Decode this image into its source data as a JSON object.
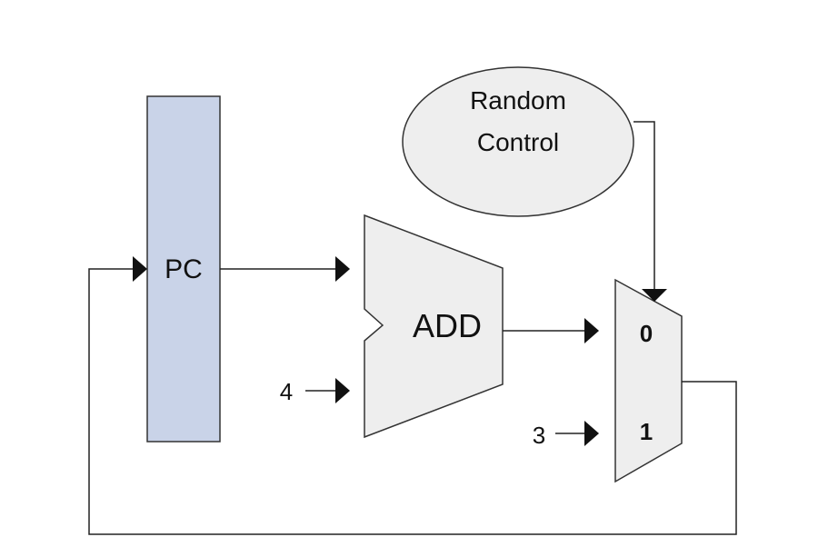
{
  "blocks": {
    "pc": {
      "label": "PC",
      "fill": "#c9d3e8"
    },
    "adder": {
      "label": "ADD",
      "fill": "#eeeeee"
    },
    "random_control": {
      "line1": "Random",
      "line2": "Control",
      "fill": "#eeeeee"
    },
    "mux": {
      "input0_label": "0",
      "input1_label": "1",
      "fill": "#eeeeee"
    }
  },
  "constants": {
    "adder_input": "4",
    "mux_input1": "3"
  },
  "colors": {
    "stroke": "#333333",
    "wire": "#222222"
  }
}
